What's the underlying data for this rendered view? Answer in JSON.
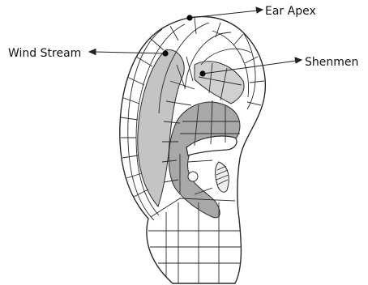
{
  "labels": {
    "ear_apex": "Ear Apex",
    "wind_stream": "Wind Stream",
    "shenmen": "Shenmen"
  },
  "colors": {
    "outline": "#2a2a2a",
    "shade_light": "#d8d8d8",
    "shade_mid": "#bdbdbd",
    "shade_dark": "#9a9a9a",
    "background": "#ffffff"
  }
}
